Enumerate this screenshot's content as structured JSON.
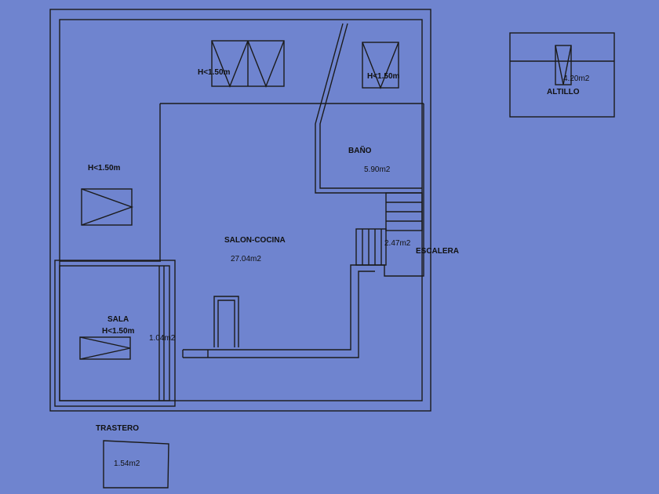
{
  "colors": {
    "paper": "#6f84cf",
    "ink": "#1b1b1b"
  },
  "rooms": {
    "salon_cocina": {
      "name": "SALON-COCINA",
      "area": "27.04m2"
    },
    "bano": {
      "name": "BAÑO",
      "area": "5.90m2"
    },
    "escalera": {
      "name": "ESCALERA",
      "area": "2.47m2"
    },
    "sala": {
      "name": "SALA",
      "height_note": "H<1.50m",
      "area": "1.04m2"
    },
    "trastero": {
      "name": "TRASTERO",
      "area": "1.54m2"
    },
    "altillo": {
      "name": "ALTILLO",
      "area": "4.20m2"
    }
  },
  "notes": {
    "skylight_top_left": "H<1.50m",
    "skylight_top_right": "H<1.50m",
    "left_zone": "H<1.50m"
  }
}
